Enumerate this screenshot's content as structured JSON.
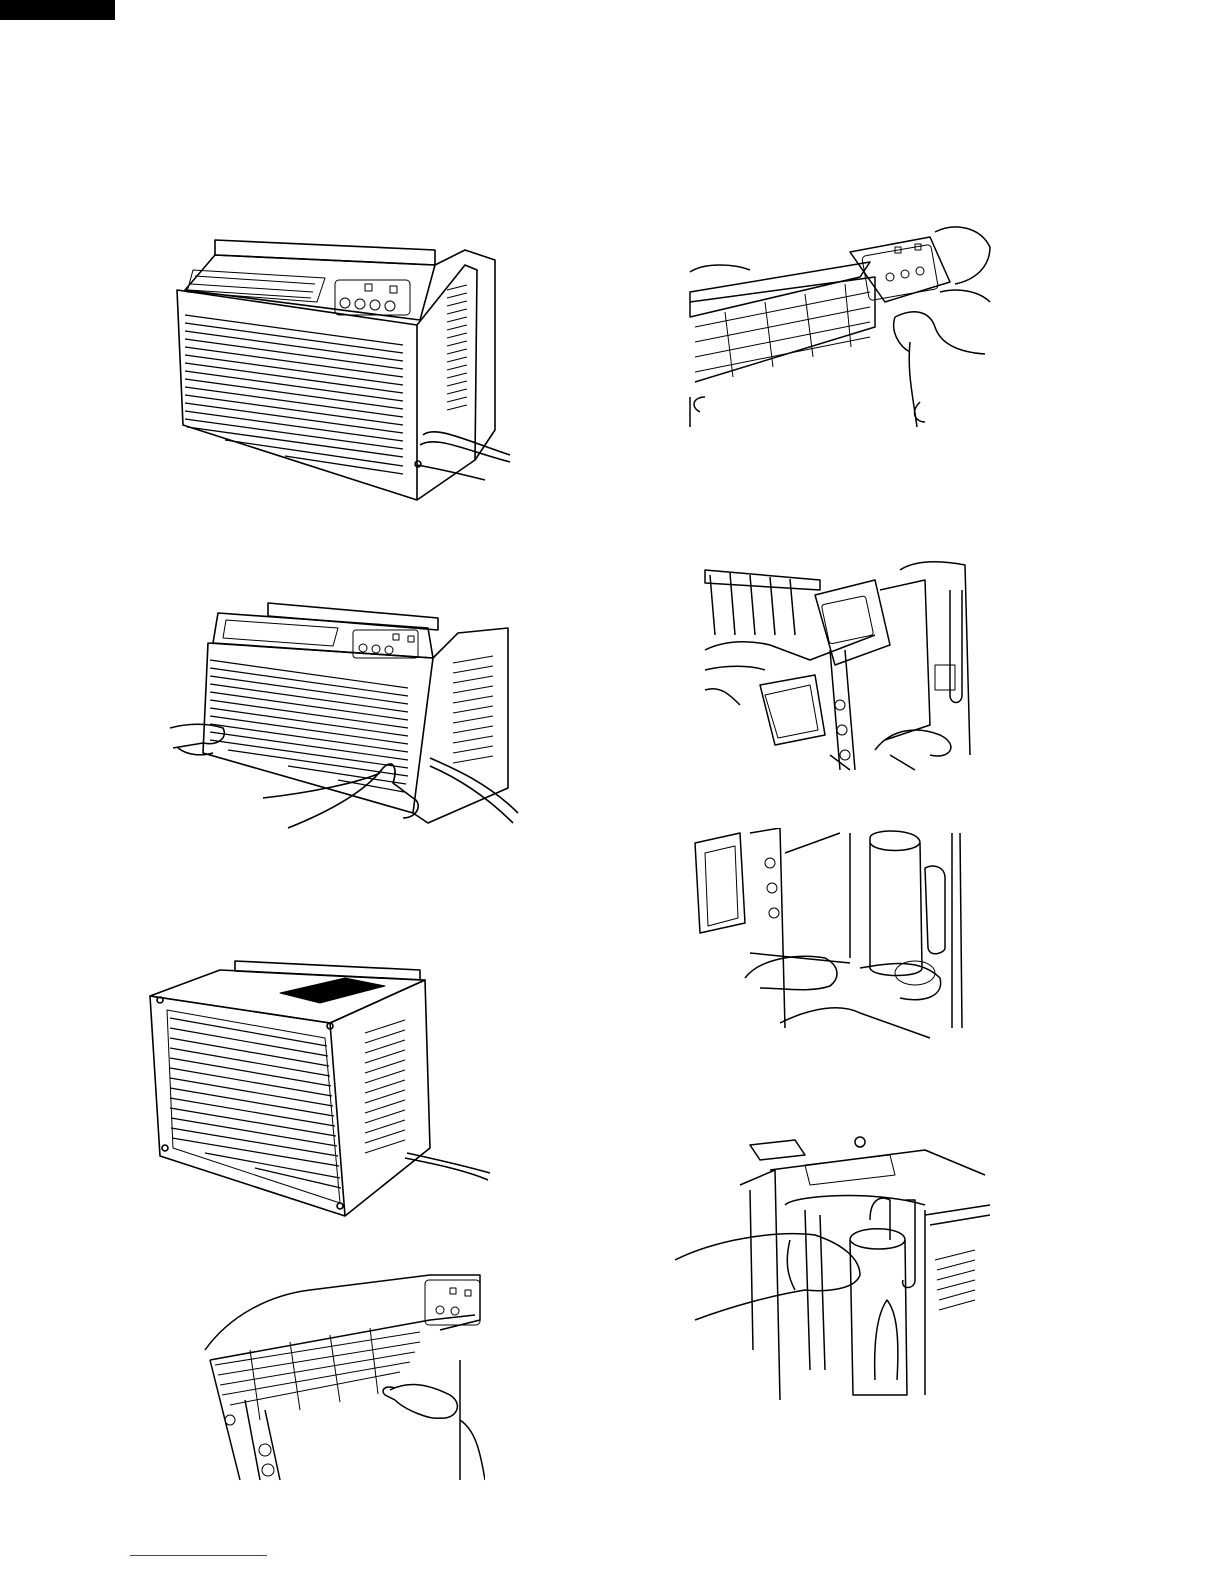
{
  "page": {
    "header_tab": "",
    "footer_rule_color": "#3a3ad6"
  },
  "figures": [
    {
      "id": "fig-1",
      "depicts": "front-panel-assembled-air-conditioner"
    },
    {
      "id": "fig-2",
      "depicts": "removing-front-panel-by-hand"
    },
    {
      "id": "fig-3",
      "depicts": "cabinet-with-front-panel-removed"
    },
    {
      "id": "fig-4",
      "depicts": "control-box-area-close-up"
    },
    {
      "id": "fig-5",
      "depicts": "detaching-control-panel-connector"
    },
    {
      "id": "fig-6",
      "depicts": "unscrewing-control-box-with-screwdriver"
    },
    {
      "id": "fig-7",
      "depicts": "disconnecting-wiring-near-compressor"
    },
    {
      "id": "fig-8",
      "depicts": "compressor-and-refrigerant-tubing"
    }
  ],
  "colors": {
    "ink": "#000000",
    "paper": "#ffffff",
    "corner_tab": "#000000"
  }
}
